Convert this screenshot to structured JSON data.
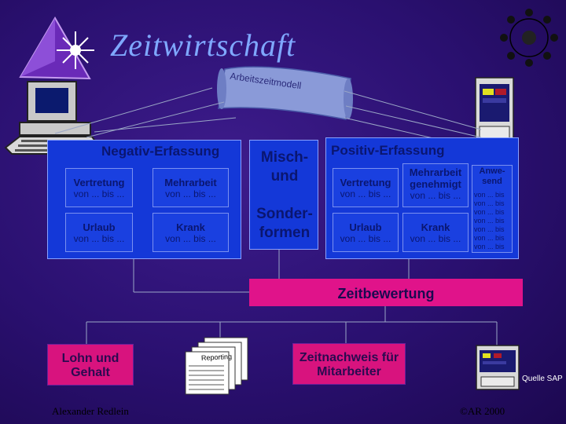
{
  "title": "Zeitwirtschaft",
  "banner": "Arbeitszeitmodell",
  "negativ": {
    "title": "Negativ-Erfassung",
    "cells": [
      {
        "label": "Vertretung",
        "sub": "von ... bis ..."
      },
      {
        "label": "Mehrarbeit",
        "sub": "von ... bis ..."
      },
      {
        "label": "Urlaub",
        "sub": "von ... bis ..."
      },
      {
        "label": "Krank",
        "sub": "von ... bis ..."
      }
    ]
  },
  "misch": {
    "line1": "Misch-",
    "line2": "und",
    "line3": "Sonder-",
    "line4": "formen"
  },
  "positiv": {
    "title": "Positiv-Erfassung",
    "cells": [
      {
        "label": "Vertretung",
        "sub": "von ... bis ..."
      },
      {
        "label": "Mehrarbeit genehmigt",
        "sub": "von ... bis ..."
      },
      {
        "label": "Urlaub",
        "sub": "von ... bis ..."
      },
      {
        "label": "Krank",
        "sub": "von ... bis ..."
      }
    ],
    "anwesend": {
      "label": "Anwe-send",
      "rows": [
        "von ... bis",
        "von ... bis",
        "von ... bis",
        "von ... bis",
        "von ... bis",
        "von ... bis",
        "von ... bis"
      ]
    }
  },
  "zeitbewertung": "Zeitbewertung",
  "lohn": "Lohn und Gehalt",
  "reporting": "Reporting",
  "zeitnachweis": "Zeitnachweis für Mitarbeiter",
  "quelle": "Quelle SAP",
  "author": "Alexander Redlein",
  "copyright": "©AR 2000"
}
